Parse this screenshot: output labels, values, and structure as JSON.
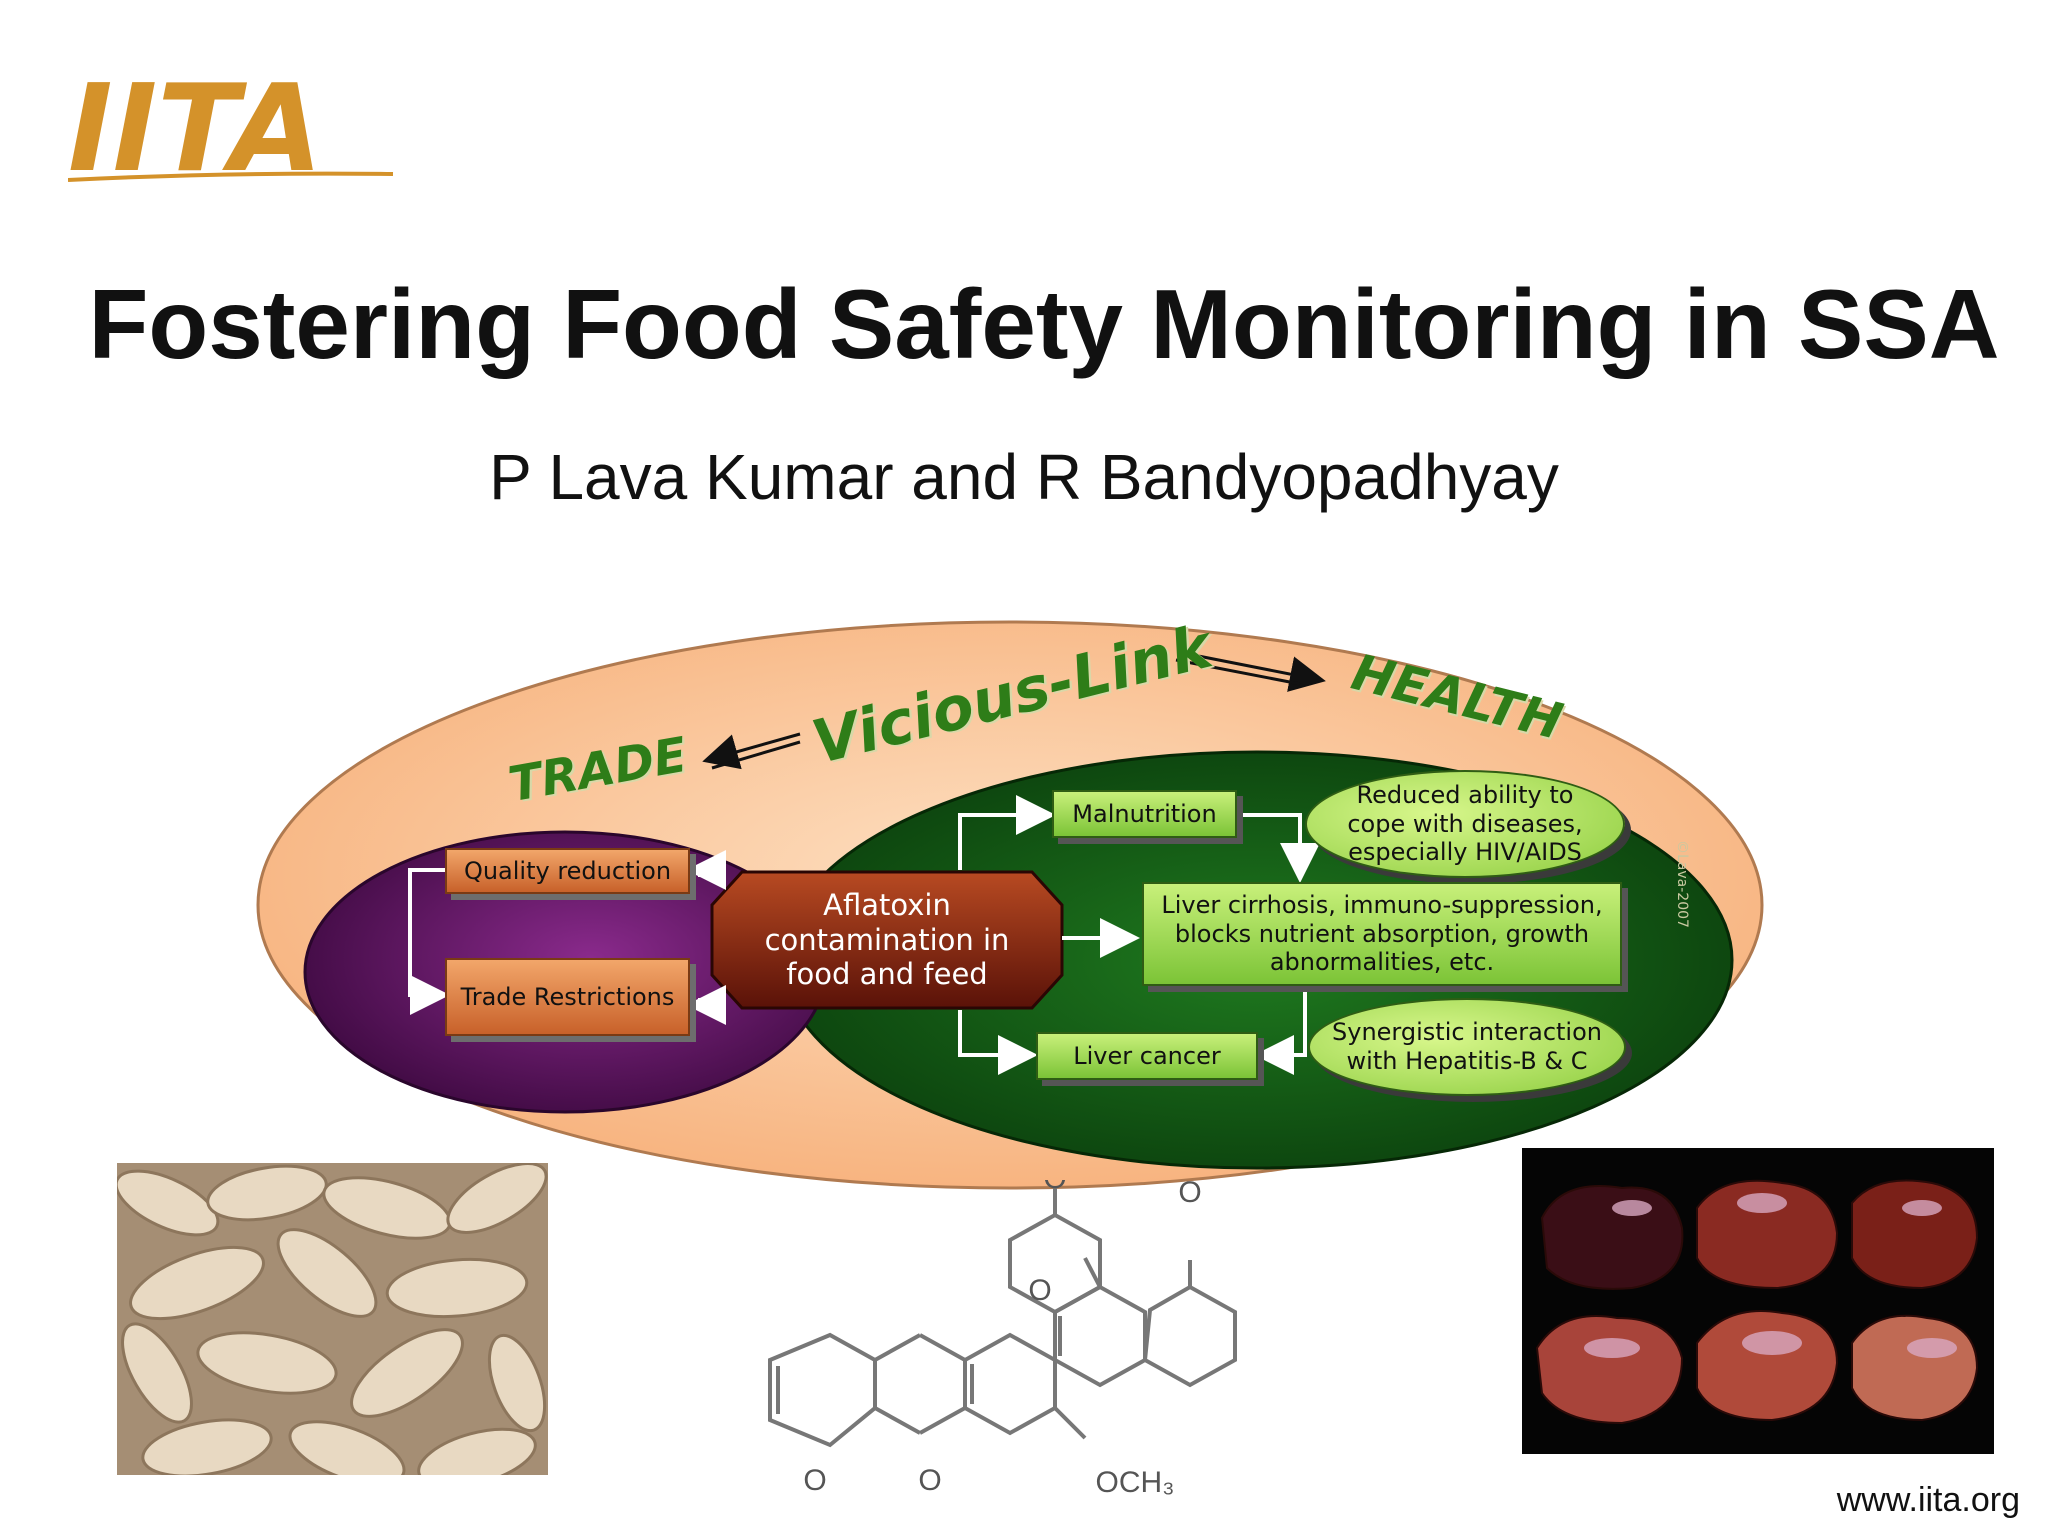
{
  "logo": {
    "text": "IITA",
    "color": "#d4922a"
  },
  "title": "Fostering Food Safety Monitoring in SSA",
  "authors": "P Lava Kumar and R Bandyopadhyay",
  "url": "www.iita.org",
  "diagram": {
    "trade_label": "TRADE",
    "vicious_link_label": "Vicious-Link",
    "health_label": "HEALTH",
    "center_box": "Aflatoxin contamination in food and feed",
    "trade_boxes": {
      "quality": "Quality reduction",
      "restrictions": "Trade Restrictions"
    },
    "health_boxes": {
      "malnutrition": "Malnutrition",
      "reduced": "Reduced ability to cope with diseases, especially HIV/AIDS",
      "liver": "Liver cirrhosis, immuno-suppression, blocks nutrient absorption, growth abnormalities, etc.",
      "synergistic": "Synergistic interaction with Hepatitis-B & C",
      "cancer": "Liver cancer"
    },
    "copyright": "©Lava-2007"
  },
  "molecule": {
    "o1": "O",
    "o2": "O",
    "o3": "O",
    "o4": "O",
    "o5": "O",
    "och3": "OCH₃"
  },
  "colors": {
    "outer_oval": "#fcc79a",
    "trade_oval": "#5e1260",
    "health_oval": "#0f5a14",
    "center_box": "#8a2a12"
  }
}
